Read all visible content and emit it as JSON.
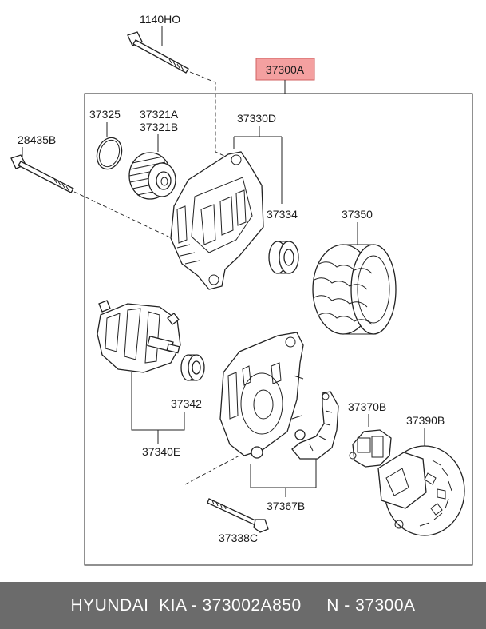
{
  "labels": {
    "bolt_top": "1140HO",
    "assembly": "37300A",
    "oring": "37325",
    "pulley_a": "37321A",
    "pulley_b": "37321B",
    "bolt_left": "28435B",
    "front_bracket": "37330D",
    "bearing_front": "37334",
    "stator": "37350",
    "bearing_rear": "37342",
    "rotor": "37340E",
    "regulator": "37370B",
    "rear_cover": "37390B",
    "rectifier": "37367B",
    "through_bolt": "37338C"
  },
  "colors": {
    "highlight": "#f4a0a0",
    "footer_bg": "#6b6b6b",
    "footer_text": "#ffffff"
  },
  "footer": {
    "text": "HYUNDAI  KIA - 373002A850     N - 37300A"
  }
}
